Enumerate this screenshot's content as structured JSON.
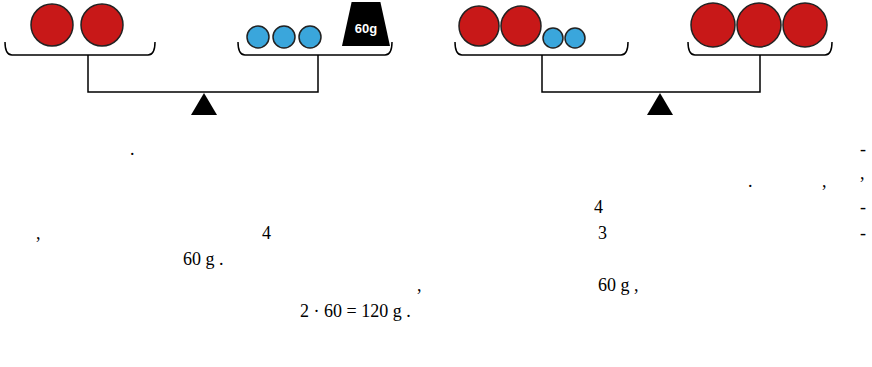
{
  "diagram": {
    "nodes": [
      {
        "text": [
          "60g"
        ]
      }
    ],
    "labels": [
      ".",
      "-",
      ",",
      ".",
      ",",
      "4",
      "-",
      ",",
      "4",
      "3",
      "-",
      "60 g .",
      ",",
      "60 g ,",
      "2 · 60 = 120 g ."
    ]
  }
}
